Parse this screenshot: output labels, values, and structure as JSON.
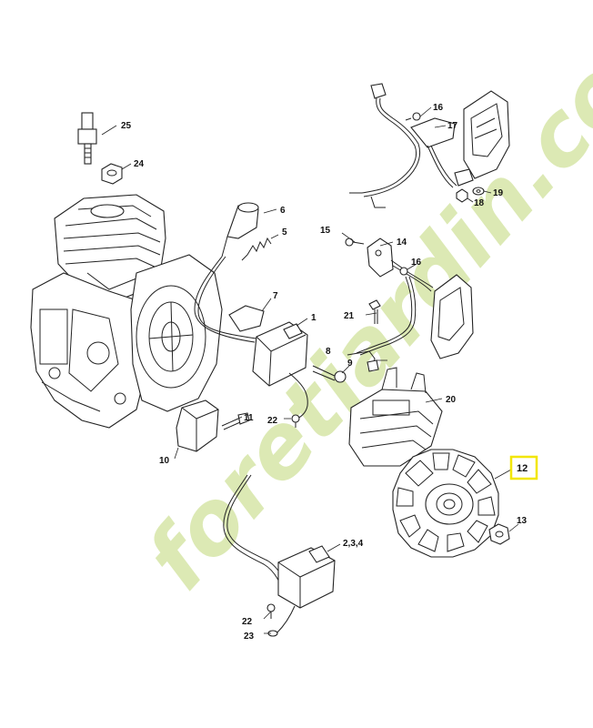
{
  "labels": {
    "p1": "1",
    "p234": "2,3,4",
    "p5": "5",
    "p6": "6",
    "p7": "7",
    "p8": "8",
    "p9": "9",
    "p10": "10",
    "p11": "11",
    "p12": "12",
    "p13": "13",
    "p14": "14",
    "p15": "15",
    "p16a": "16",
    "p16b": "16",
    "p17": "17",
    "p18": "18",
    "p19": "19",
    "p20": "20",
    "p21": "21",
    "p22a": "22",
    "p22b": "22",
    "p23": "23",
    "p24": "24",
    "p25": "25"
  },
  "highlight": {
    "part": "12",
    "color": "#f2e600"
  },
  "watermark": {
    "text": "foretjardin.com",
    "color_green": "#d6e6a8",
    "color_orange": "#f6c79a"
  }
}
